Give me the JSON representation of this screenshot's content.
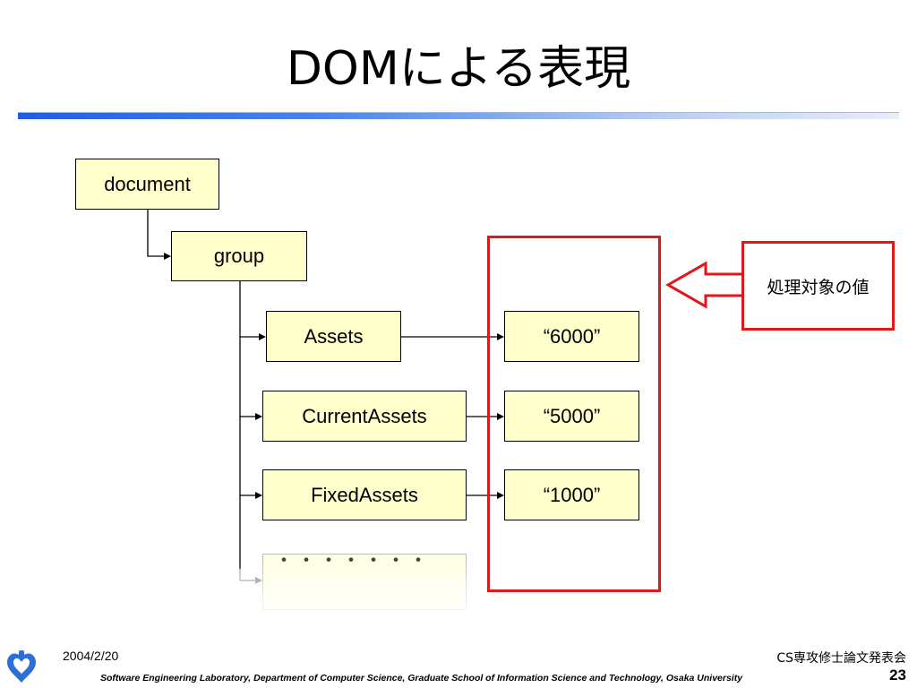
{
  "slide": {
    "title": "DOMによる表現",
    "date": "2004/2/20",
    "conference": "CS専攻修士論文発表会",
    "lab_line": "Software Engineering Laboratory,  Department of Computer Science,  Graduate School of Information Science and Technology,  Osaka University",
    "page_number": "23"
  },
  "diagram": {
    "root": "document",
    "group": "group",
    "elements": [
      "Assets",
      "CurrentAssets",
      "FixedAssets"
    ],
    "ellipsis": "・・・・・・・",
    "values": [
      "“6000”",
      "“5000”",
      "“1000”"
    ],
    "callout_label": "処理対象の値",
    "colors": {
      "node_fill": "#ffffcc",
      "highlight": "#e0181b",
      "title_rule": "#1f5fe0"
    },
    "icons": [
      "osaka-university-logo-icon"
    ]
  }
}
